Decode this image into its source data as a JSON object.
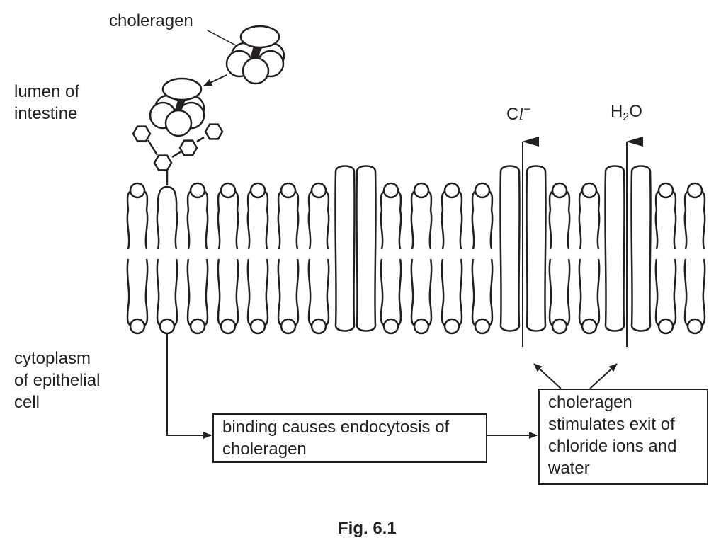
{
  "figure": {
    "caption": "Fig. 6.1",
    "labels": {
      "choleragen": "choleragen",
      "lumen": "lumen of\nintestine",
      "cytoplasm": "cytoplasm\nof epithelial\ncell"
    },
    "ions": {
      "chloride": {
        "symbol": "C",
        "ell": "l",
        "charge": "−"
      },
      "water": {
        "h": "H",
        "sub": "2",
        "o": "O"
      }
    },
    "boxes": {
      "endocytosis": "binding causes endocytosis of\ncholeragen",
      "stimulates": "choleragen\nstimulates exit of\nchloride ions and\nwater"
    },
    "membrane": {
      "components": [
        "lipid",
        "glycolipid",
        "lipid",
        "lipid",
        "lipid",
        "lipid",
        "lipid",
        "protein",
        "protein",
        "lipid",
        "lipid",
        "lipid",
        "lipid",
        "channel",
        "channel",
        "lipid",
        "lipid",
        "channel",
        "channel",
        "lipid",
        "lipid"
      ]
    },
    "colors": {
      "ink": "#231f20",
      "background": "#ffffff"
    }
  }
}
